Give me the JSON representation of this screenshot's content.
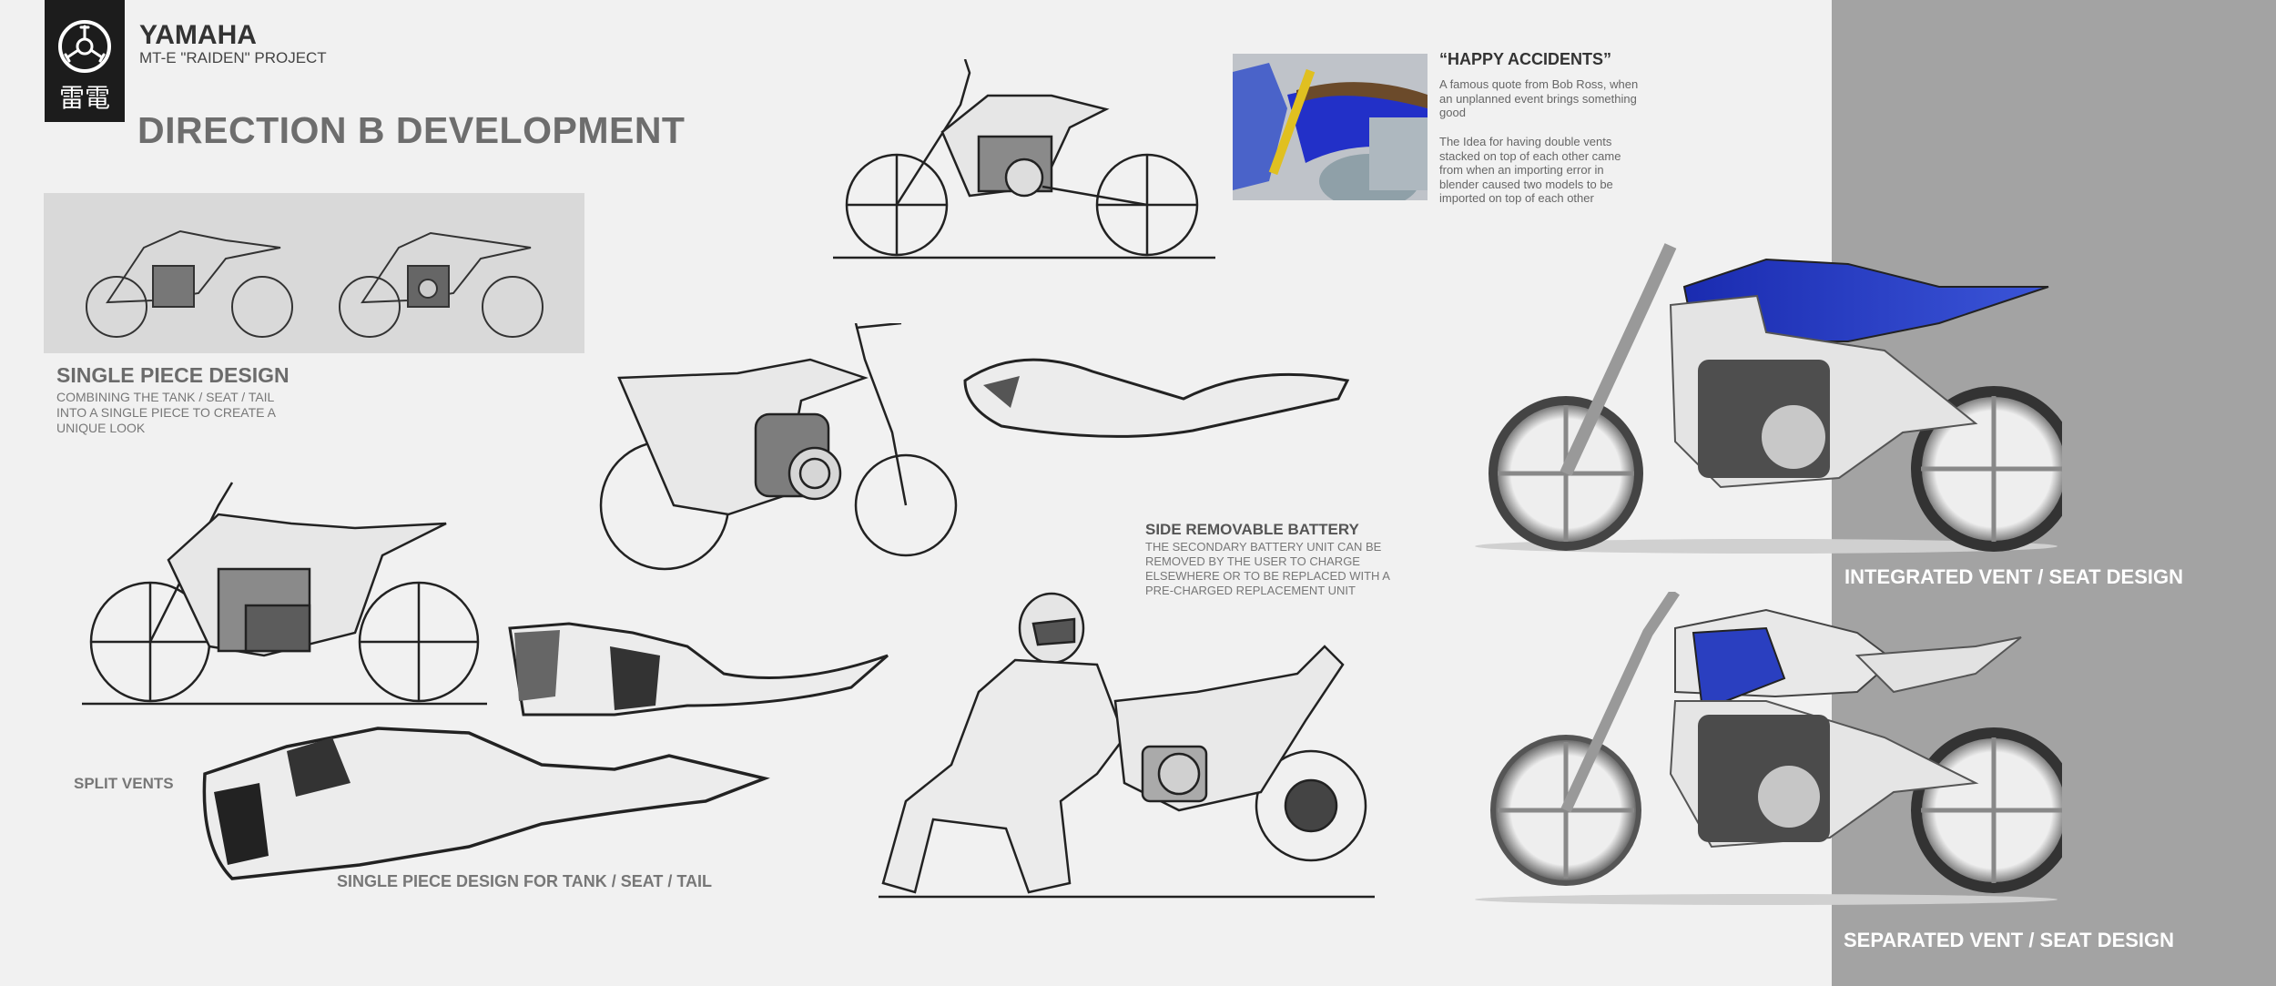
{
  "brand": {
    "name": "YAMAHA",
    "project": "MT-E \"RAIDEN\" PROJECT",
    "kanji": "雷電"
  },
  "title": "DIRECTION B DEVELOPMENT",
  "single_piece": {
    "heading": "SINGLE PIECE DESIGN",
    "body": "COMBINING THE TANK / SEAT / TAIL INTO A SINGLE PIECE TO CREATE A UNIQUE LOOK"
  },
  "happy_accidents": {
    "heading": "“HAPPY ACCIDENTS”",
    "para1": "A famous quote from Bob Ross, when an unplanned event brings something good",
    "para2": "The Idea for having double vents stacked on top of each other came from when an importing error in blender caused two models to be imported on top of each other"
  },
  "battery": {
    "heading": "SIDE REMOVABLE BATTERY",
    "body": "THE SECONDARY BATTERY UNIT CAN BE REMOVED BY THE USER TO CHARGE ELSEWHERE OR TO BE REPLACED WITH A PRE-CHARGED REPLACEMENT UNIT"
  },
  "labels": {
    "split_vents": "SPLIT VENTS",
    "tank_seat_tail": "SINGLE PIECE DESIGN FOR TANK / SEAT / TAIL",
    "integrated": "INTEGRATED VENT / SEAT DESIGN",
    "separated": "SEPARATED VENT / SEAT DESIGN"
  },
  "colors": {
    "background": "#f1f1f1",
    "side_panel": "#a3a3a3",
    "logo_box": "#1c1c1c",
    "accent_blue": "#2a3fc0"
  }
}
